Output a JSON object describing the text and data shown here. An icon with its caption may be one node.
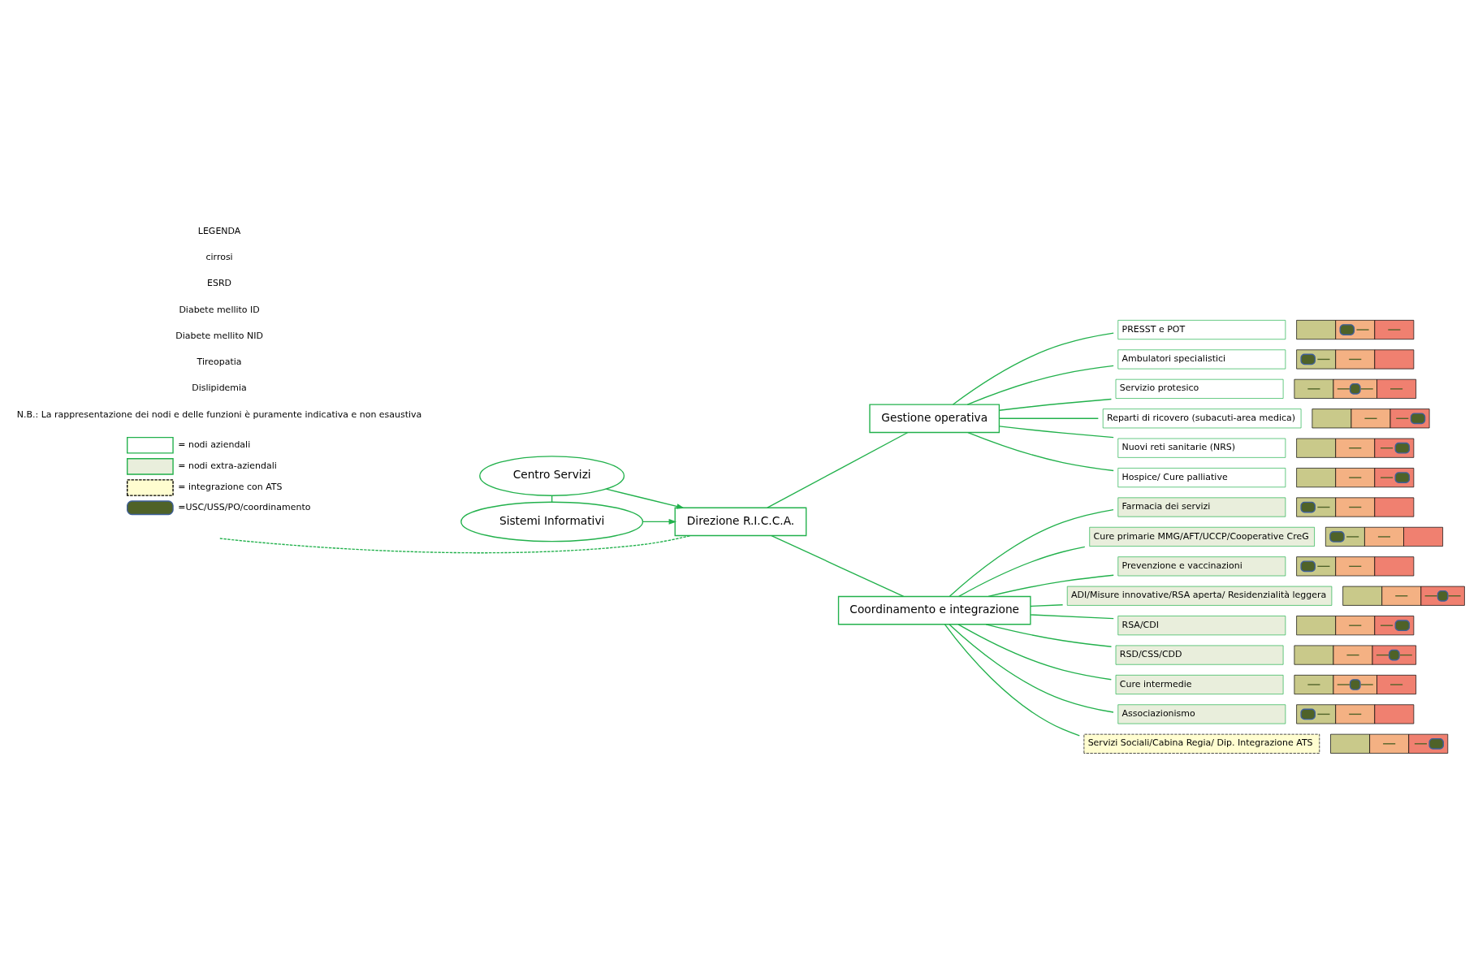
{
  "diagram": {
    "nodes": [
      {
        "text": [
          "Sistemi Informativi"
        ]
      },
      {
        "text": [
          "Direzione R.I.C.C.A."
        ]
      },
      {
        "text": [
          "Centro Servizi"
        ]
      },
      {
        "text": [
          "Gestione operativa"
        ]
      },
      {
        "text": [
          "Coordinamento e integrazione"
        ]
      },
      {
        "text": [
          "PRESST e POT"
        ]
      },
      {
        "text": [
          "Ambulatori specialistici"
        ]
      },
      {
        "text": [
          "Servizio protesico"
        ]
      },
      {
        "text": [
          "Reparti di ricovero (subacuti-area medica)"
        ]
      },
      {
        "text": [
          "Nuovi reti sanitarie (NRS)"
        ]
      },
      {
        "text": [
          "Hospice/ Cure palliative"
        ]
      },
      {
        "text": [
          "Farmacia dei servizi"
        ]
      },
      {
        "text": [
          "Cure primarie MMG/AFT/UCCP/Cooperative CreG"
        ]
      },
      {
        "text": [
          "Prevenzione e vaccinazioni"
        ]
      },
      {
        "text": [
          "ADI/Misure innovative/RSA aperta/ Residenzialità leggera"
        ]
      },
      {
        "text": [
          "RSA/CDI"
        ]
      },
      {
        "text": [
          "RSD/CSS/CDD"
        ]
      },
      {
        "text": [
          "Cure intermedie"
        ]
      },
      {
        "text": [
          "Associazionismo"
        ]
      },
      {
        "text": [
          "Servizi Sociali/Cabina Regia/ Dip. Integrazione ATS"
        ]
      }
    ],
    "edges": [
      {
        "from": 0,
        "to": 1,
        "arrow": "to"
      },
      {
        "from": 2,
        "to": 1,
        "arrow": "to"
      },
      {
        "from": 0,
        "to": 2,
        "arrow": "none"
      },
      {
        "from": null,
        "to": 1,
        "arrow": "none",
        "style": "dashed"
      },
      {
        "from": 1,
        "to": 3,
        "arrow": "none"
      },
      {
        "from": 1,
        "to": 4,
        "arrow": "none"
      },
      {
        "from": 3,
        "to": 5,
        "arrow": "none"
      },
      {
        "from": 3,
        "to": 6,
        "arrow": "none"
      },
      {
        "from": 3,
        "to": 7,
        "arrow": "none"
      },
      {
        "from": 3,
        "to": 8,
        "arrow": "none"
      },
      {
        "from": 3,
        "to": 9,
        "arrow": "none"
      },
      {
        "from": 3,
        "to": 10,
        "arrow": "none"
      },
      {
        "from": 4,
        "to": 11,
        "arrow": "none"
      },
      {
        "from": 4,
        "to": 12,
        "arrow": "none"
      },
      {
        "from": 4,
        "to": 13,
        "arrow": "none"
      },
      {
        "from": 4,
        "to": 14,
        "arrow": "none"
      },
      {
        "from": 4,
        "to": 15,
        "arrow": "none"
      },
      {
        "from": 4,
        "to": 16,
        "arrow": "none"
      },
      {
        "from": 4,
        "to": 17,
        "arrow": "none"
      },
      {
        "from": 4,
        "to": 18,
        "arrow": "none"
      },
      {
        "from": 4,
        "to": 19,
        "arrow": "none"
      }
    ],
    "labels": [
      "LEGENDA",
      "cirrosi",
      "ESRD",
      "Diabete mellito ID",
      "Diabete mellito NID",
      "Tireopatia",
      "Dislipidemia",
      "N.B.: La rappresentazione dei nodi e delle funzioni è puramente indicativa e non esaustiva"
    ],
    "legend": [
      {
        "text": "= nodi aziendali"
      },
      {
        "text": "= nodi extra-aziendali"
      },
      {
        "text": "= integrazione con ATS"
      },
      {
        "text": "=USC/USS/PO/coordinamento"
      }
    ]
  }
}
